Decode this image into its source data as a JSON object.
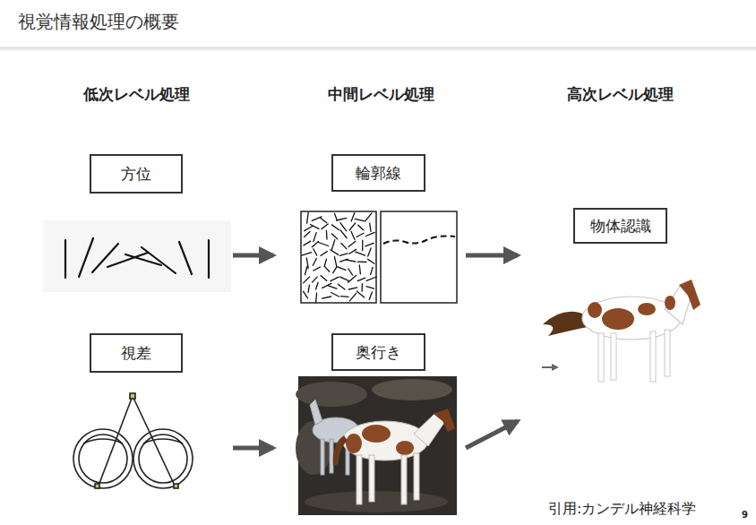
{
  "diagram": {
    "title": "視覚情報処理の概要",
    "nodes": [
      {
        "text": [
          "方位"
        ]
      },
      {
        "text": [
          "輪郭線"
        ]
      },
      {
        "text": [
          "視差"
        ]
      },
      {
        "text": [
          "奥行き"
        ]
      },
      {
        "text": [
          "物体認識"
        ]
      }
    ],
    "edges": [
      {
        "from": 0,
        "to": 1,
        "arrow": "to"
      },
      {
        "from": 2,
        "to": 3,
        "arrow": "to"
      },
      {
        "from": 1,
        "to": 4,
        "arrow": "to"
      },
      {
        "from": 3,
        "to": 4,
        "arrow": "to"
      }
    ],
    "labels": [
      "低次レベル処理",
      "中間レベル処理",
      "高次レベル処理",
      "引用:カンデル神経科学",
      "9"
    ]
  }
}
